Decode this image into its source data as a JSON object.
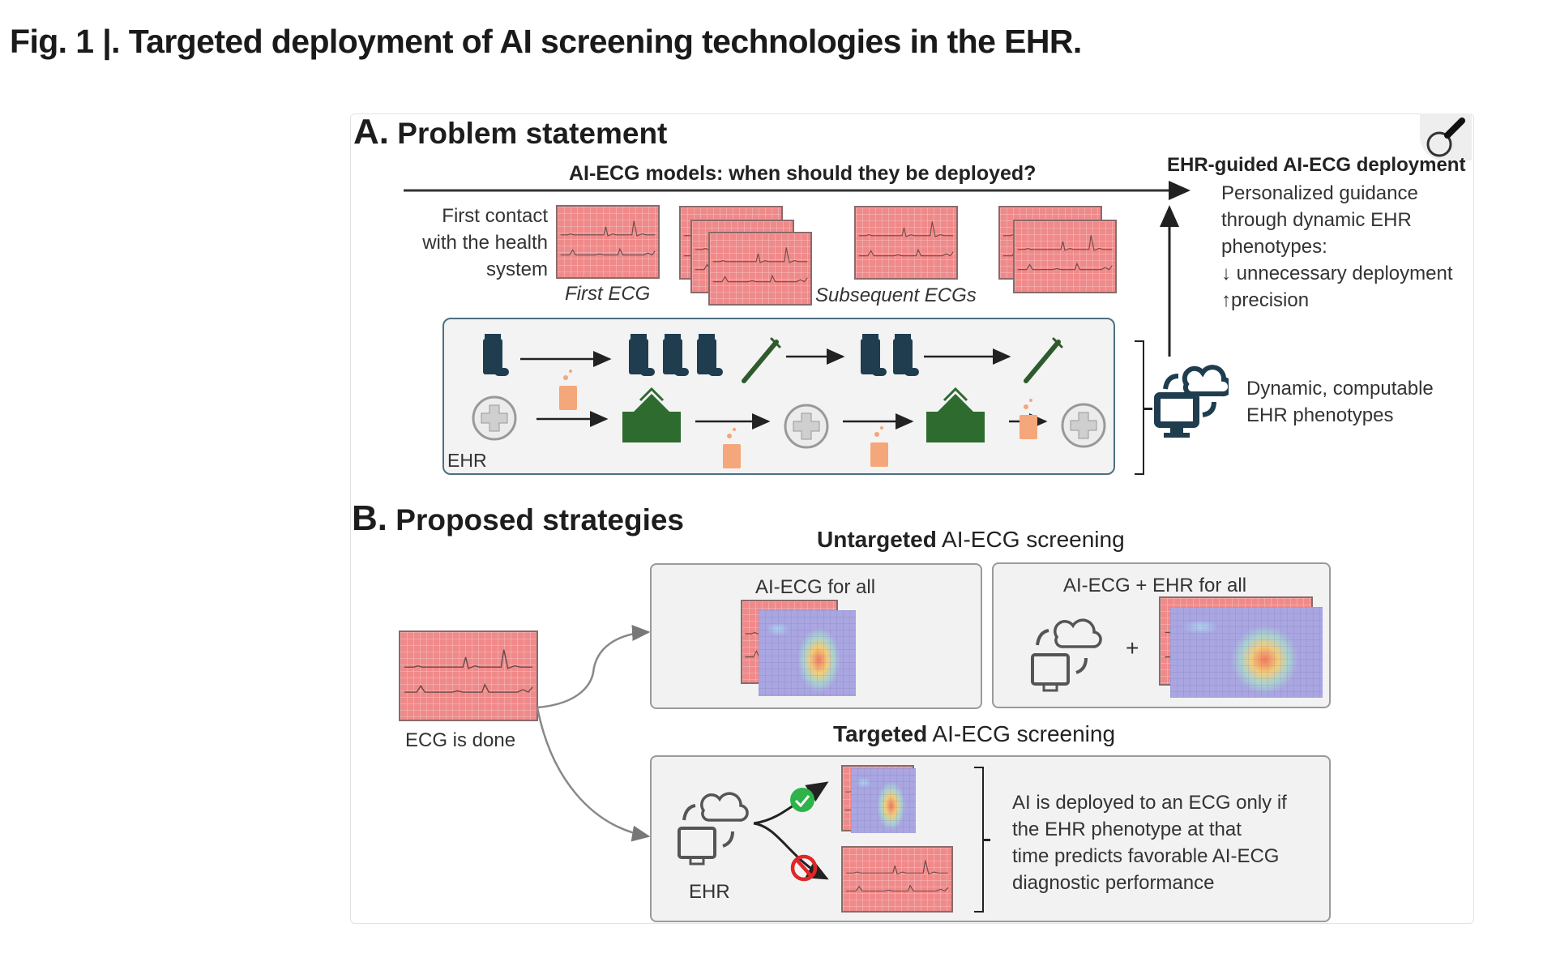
{
  "figure": {
    "title": "Fig. 1 |. Targeted deployment of AI screening technologies in the EHR.",
    "zoom_icon": "magnifier-icon"
  },
  "section_a": {
    "letter": "A.",
    "title": "Problem statement",
    "timeline_label": "AI-ECG models: when should they be deployed?",
    "first_contact": [
      "First contact",
      "with the health",
      "system"
    ],
    "first_ecg_label": "First ECG",
    "subsequent_ecgs_label": "Subsequent ECGs",
    "ehr_box_label": "EHR",
    "ehr_events_top": [
      "medication",
      "medication x3",
      "injection",
      "medication x2",
      "injection"
    ],
    "ehr_events_bottom": [
      "clinic visit",
      "lab test",
      "hospital",
      "lab test",
      "clinic visit",
      "lab test",
      "hospital",
      "lab test",
      "clinic visit"
    ],
    "guided_title": "EHR-guided AI-ECG deployment",
    "guided_lines": [
      "Personalized guidance",
      "through dynamic EHR",
      "phenotypes:",
      "↓ unnecessary deployment",
      "↑precision"
    ],
    "phenotype_lines": [
      "Dynamic, computable",
      "EHR phenotypes"
    ]
  },
  "section_b": {
    "letter": "B.",
    "title": "Proposed strategies",
    "ecg_done_label": "ECG is done",
    "untargeted_bold": "Untargeted",
    "untargeted_rest": " AI-ECG screening",
    "panel_ai_ecg_all": "AI-ECG for all",
    "panel_ai_ecg_ehr_all": "AI-ECG + EHR for all",
    "plus_sign": "+",
    "targeted_bold": "Targeted",
    "targeted_rest": " AI-ECG screening",
    "targeted_ehr_label": "EHR",
    "targeted_lines": [
      "AI is deployed to an ECG only if",
      "the EHR phenotype at that",
      "time predicts favorable AI-ECG",
      "diagnostic performance"
    ],
    "accept_icon": "check-circle-icon",
    "reject_icon": "prohibited-icon"
  },
  "colors": {
    "ecg_pink": "#f08a8a",
    "icon_navy": "#1f3d4f",
    "hospital_green": "#2e6b2e",
    "lab_orange": "#f3a77a",
    "check_green": "#2db34a",
    "no_red": "#e02626",
    "heat_blue": "#a9a6e2"
  }
}
